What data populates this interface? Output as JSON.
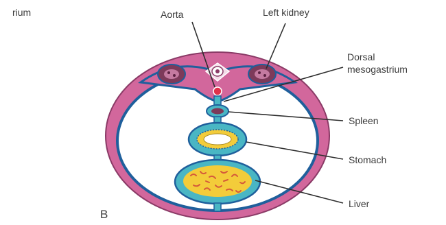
{
  "labels": {
    "truncated_left": "rium",
    "aorta": "Aorta",
    "left_kidney": "Left kidney",
    "dorsal_mesogastrium_line1": "Dorsal",
    "dorsal_mesogastrium_line2": "mesogastrium",
    "spleen": "Spleen",
    "stomach": "Stomach",
    "liver": "Liver",
    "panel_letter": "B"
  },
  "colors": {
    "body_wall": "#d2679c",
    "body_wall_edge": "#8a3a66",
    "peritoneum": "#1f5f9c",
    "mesentery_fill": "#49b6c4",
    "organ_yellow": "#f3cc3a",
    "liver_marks": "#d55a3a",
    "kidney": "#7d3a5a",
    "aorta_red": "#e0304a"
  }
}
